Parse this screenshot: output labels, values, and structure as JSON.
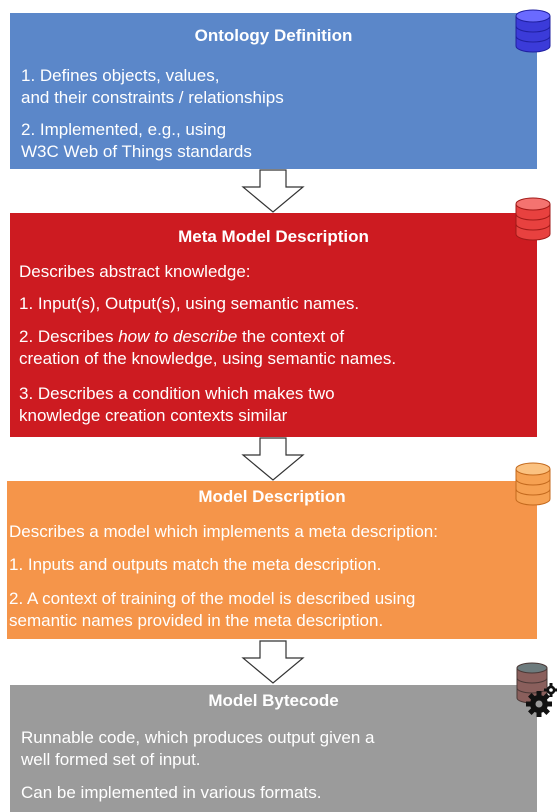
{
  "ontology": {
    "title": "Ontology Definition",
    "lines": [
      "1. Defines objects, values,",
      "and their constraints / relationships",
      "2. Implemented, e.g., using",
      "W3C Web of Things standards"
    ]
  },
  "meta": {
    "title": "Meta Model Description",
    "intro": "Describes abstract knowledge:",
    "item1": "1. Input(s), Output(s), using semantic names.",
    "item2_pre": "2. Describes ",
    "item2_em": "how to describe",
    "item2_post": " the context of",
    "item2_line2": "creation of the knowledge, using semantic names.",
    "item3_line1": "3. Describes a condition which makes two",
    "item3_line2": "knowledge creation contexts similar"
  },
  "model": {
    "title": "Model Description",
    "intro": "Describes a model which implements a meta description:",
    "item1": "1. Inputs and outputs match the meta description.",
    "item2_line1": "2. A context of training of the model is described using",
    "item2_line2": "semantic names provided in the meta description."
  },
  "bytecode": {
    "title": "Model Bytecode",
    "line1": "Runnable code, which produces output given a",
    "line2": "well formed set of input.",
    "line3": "Can be implemented in various formats."
  },
  "colors": {
    "ontology": "#5b87c9",
    "meta": "#cd1b21",
    "model": "#f5954a",
    "bytecode": "#9b9b9b"
  },
  "icons": [
    "blue-database-icon",
    "red-database-icon",
    "orange-database-icon",
    "gray-database-gear-icon"
  ]
}
